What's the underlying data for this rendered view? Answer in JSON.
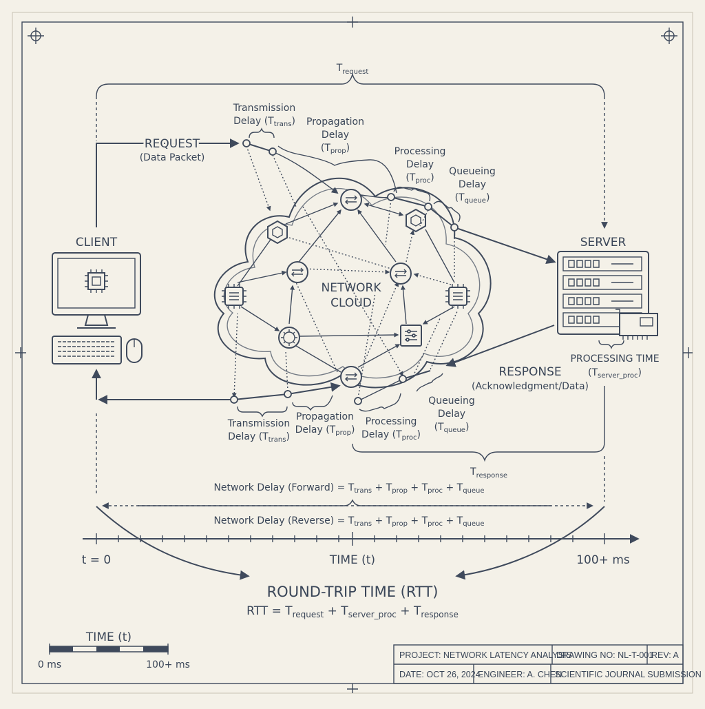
{
  "diagram": {
    "t_request": {
      "main": "T",
      "sub": "request"
    },
    "t_response": {
      "main": "T",
      "sub": "response"
    },
    "client_label": "CLIENT",
    "server_label": "SERVER",
    "request_label": "REQUEST",
    "request_sub": "(Data Packet)",
    "response_label": "RESPONSE",
    "response_sub": "(Acknowledgment/Data)",
    "cloud_line1": "NETWORK",
    "cloud_line2": "CLOUD",
    "forward": {
      "trans": {
        "line1": "Transmission",
        "line2": "Delay (T",
        "sub": "trans",
        "close": ")"
      },
      "prop": {
        "line1": "Propagation",
        "line2": "Delay",
        "line3": "(T",
        "sub": "prop",
        "close": ")"
      },
      "proc": {
        "line1": "Processing",
        "line2": "Delay",
        "line3": "(T",
        "sub": "proc",
        "close": ")"
      },
      "queue": {
        "line1": "Queueing",
        "line2": "Delay",
        "line3": "(T",
        "sub": "queue",
        "close": ")"
      }
    },
    "reverse": {
      "trans": {
        "line1": "Transmission",
        "line2": "Delay (T",
        "sub": "trans",
        "close": ")"
      },
      "prop": {
        "line1": "Propagation",
        "line2": "Delay (T",
        "sub": "prop",
        "close": ")"
      },
      "proc": {
        "line1": "Processing",
        "line2": "Delay (T",
        "sub": "proc",
        "close": ")"
      },
      "queue": {
        "line1": "Queueing",
        "line2": "Delay",
        "line3": "(T",
        "sub": "queue",
        "close": ")"
      }
    },
    "processing_time": {
      "line1": "PROCESSING TIME",
      "line2": "(T",
      "sub": "server_proc",
      "close": ")"
    },
    "network_forward": {
      "prefix": "Network Delay (Forward) = T",
      "s1": "trans",
      "p2": " + T",
      "s2": "prop",
      "p3": " + T",
      "s3": "proc",
      "p4": " + T",
      "s4": "queue"
    },
    "network_reverse": {
      "prefix": "Network Delay (Reverse) = T",
      "s1": "trans",
      "p2": " + T",
      "s2": "prop",
      "p3": " + T",
      "s3": "proc",
      "p4": " + T",
      "s4": "queue"
    },
    "axis": {
      "start": "t = 0",
      "mid": "TIME (t)",
      "end": "100+ ms"
    },
    "rtt_title": "ROUND-TRIP TIME (RTT)",
    "rtt_formula": {
      "prefix": "RTT = T",
      "s1": "request",
      "p2": " + T",
      "s2": "server_proc",
      "p3": " + T",
      "s3": "response"
    },
    "scale": {
      "title": "TIME (t)",
      "start": "0 ms",
      "end": "100+ ms"
    }
  },
  "title_block": {
    "project": "PROJECT: NETWORK LATENCY ANALYSIS",
    "drawing_no": "DRAWING NO: NL-T-001",
    "rev": "REV: A",
    "date": "DATE: OCT 26, 2024",
    "engineer": "ENGINEER: A. CHEN",
    "submission": "SCIENTIFIC JOURNAL SUBMISSION"
  },
  "colors": {
    "paper": "#f4f1e8",
    "ink": "#3f4a5c"
  }
}
